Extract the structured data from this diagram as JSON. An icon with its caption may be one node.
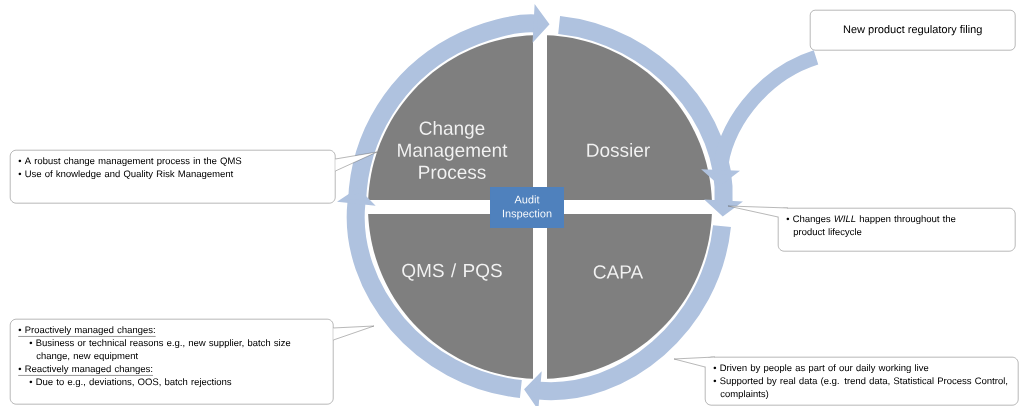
{
  "diagram": {
    "nodes": [
      {
        "text": [
          "Change Management Process"
        ]
      },
      {
        "text": [
          "Dossier"
        ]
      },
      {
        "text": [
          "QMS / PQS"
        ]
      },
      {
        "text": [
          "CAPA"
        ]
      },
      {
        "text": [
          "Audit Inspection"
        ]
      },
      {
        "text": [
          "New product regulatory filing"
        ]
      },
      {
        "text": [
          "• A robust change management process in the QMS",
          "• Use of knowledge and Quality Risk Management"
        ]
      },
      {
        "text": [
          "• Changes *WILL* happen throughout the product lifecycle"
        ]
      },
      {
        "text": [
          "• Proactively managed changes:",
          "• Business or technical reasons e.g., new supplier, batch size change, new equipment",
          "• Reactively managed changes:",
          "• Due to e.g., deviations, OOS, batch rejections"
        ]
      },
      {
        "text": [
          "• Driven by people as part of our daily working live",
          "• Supported by real data (e.g. trend data, Statistical Process Control, complaints)"
        ]
      }
    ],
    "edges": [
      {
        "from": 0,
        "to": 1,
        "arrow": "to"
      },
      {
        "from": 1,
        "to": 3,
        "arrow": "to"
      },
      {
        "from": 3,
        "to": 2,
        "arrow": "to"
      },
      {
        "from": 2,
        "to": 0,
        "arrow": "to"
      },
      {
        "from": 5,
        "to": 1,
        "arrow": "to"
      },
      {
        "from": 6,
        "to": 0,
        "arrow": "none",
        "color": "#4c4c4c"
      },
      {
        "from": 7,
        "to": 1,
        "arrow": "none",
        "color": "#4c4c4c"
      },
      {
        "from": 8,
        "to": 2,
        "arrow": "none",
        "color": "#4c4c4c"
      },
      {
        "from": 9,
        "to": 3,
        "arrow": "none",
        "color": "#4c4c4c"
      }
    ]
  }
}
